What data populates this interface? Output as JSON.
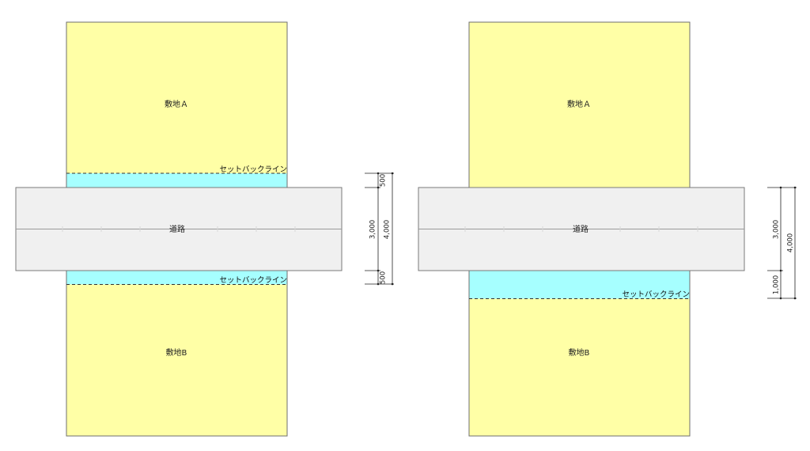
{
  "left": {
    "lot_a": "敷地Ａ",
    "lot_b": "敷地B",
    "road": "道路",
    "setback_top": "セットバックライン",
    "setback_bottom": "セットバックライン",
    "dims": {
      "setback_top": "500",
      "road_width": "3,000",
      "total": "4,000",
      "setback_bottom": "500"
    }
  },
  "right": {
    "lot_a": "敷地Ａ",
    "lot_b": "敷地B",
    "road": "道路",
    "setback": "セットバックライン",
    "dims": {
      "road_width": "3,000",
      "total": "4,000",
      "setback": "1,000"
    }
  },
  "colors": {
    "lot": "#ffffa6",
    "setback_zone": "#a6ffff",
    "road": "#f0f0f0"
  }
}
